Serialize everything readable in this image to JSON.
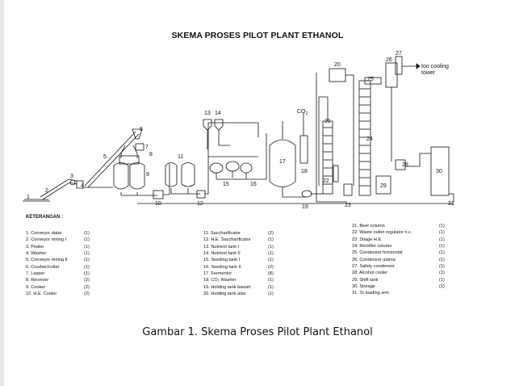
{
  "title": "SKEMA PROSES PILOT PLANT ETHANOL",
  "caption": "Gambar 1. Skema Proses Pilot Plant Ethanol",
  "diagram": {
    "out_label_1": "too cooling",
    "out_label_2": "tower",
    "co2_label": "CO",
    "co2_sub": "2",
    "numbers": [
      "1",
      "2",
      "3",
      "4",
      "5",
      "6",
      "7",
      "8",
      "9",
      "10",
      "11",
      "12",
      "13",
      "14",
      "15",
      "16",
      "17",
      "18",
      "19",
      "20",
      "21",
      "22",
      "23",
      "24",
      "25",
      "26",
      "27",
      "28",
      "29",
      "30",
      "31"
    ]
  },
  "legend": {
    "heading": "KETERANGAN :",
    "col1": [
      {
        "label": "1. Conveyor datar",
        "qty": "(1)"
      },
      {
        "label": "2. Conveyor miring I",
        "qty": "(1)"
      },
      {
        "label": "3. Pealer",
        "qty": "(1)"
      },
      {
        "label": "4. Washer",
        "qty": "(1)"
      },
      {
        "label": "5. Conveyor miring II",
        "qty": "(1)"
      },
      {
        "label": "6. Crusher/cutter",
        "qty": "(1)"
      },
      {
        "label": "7. Lasper",
        "qty": "(1)"
      },
      {
        "label": "8. Receiver",
        "qty": "(2)"
      },
      {
        "label": "9. Cooker",
        "qty": "(2)"
      },
      {
        "label": "10. H.E. Cooler",
        "qty": "(2)"
      }
    ],
    "col2": [
      {
        "label": "11. Saccharificator",
        "qty": "(2)"
      },
      {
        "label": "12. H.E. Saccharificator",
        "qty": "(1)"
      },
      {
        "label": "13. Nutrient tank I",
        "qty": "(1)"
      },
      {
        "label": "14. Nutrient tank II",
        "qty": "(1)"
      },
      {
        "label": "15. Seeding tank I",
        "qty": "(1)"
      },
      {
        "label": "16. Seeding tank II",
        "qty": "(2)"
      },
      {
        "label": "17. Fermentor",
        "qty": "(8)"
      },
      {
        "label": "18. CO₂ Washer",
        "qty": "(1)"
      },
      {
        "label": "19. Holding tank bawah",
        "qty": "(1)"
      },
      {
        "label": "20. Holding tank atas",
        "qty": "(1)"
      }
    ],
    "col3": [
      {
        "label": "21. Beer column",
        "qty": "(1)"
      },
      {
        "label": "22. Waste outlet regulator n.c.",
        "qty": "(1)"
      },
      {
        "label": "23. Stiage H.E.",
        "qty": "(1)"
      },
      {
        "label": "24. Rectifier column",
        "qty": "(1)"
      },
      {
        "label": "25. Condensor horizontal",
        "qty": "(1)"
      },
      {
        "label": "26. Condensor utama",
        "qty": "(1)"
      },
      {
        "label": "27. Safety condensor",
        "qty": "(1)"
      },
      {
        "label": "28. Alcohol cooler",
        "qty": "(1)"
      },
      {
        "label": "29. Shift tank",
        "qty": "(1)"
      },
      {
        "label": "30. Storage",
        "qty": "(1)"
      },
      {
        "label": "31. To loading arm",
        "qty": ""
      }
    ]
  }
}
